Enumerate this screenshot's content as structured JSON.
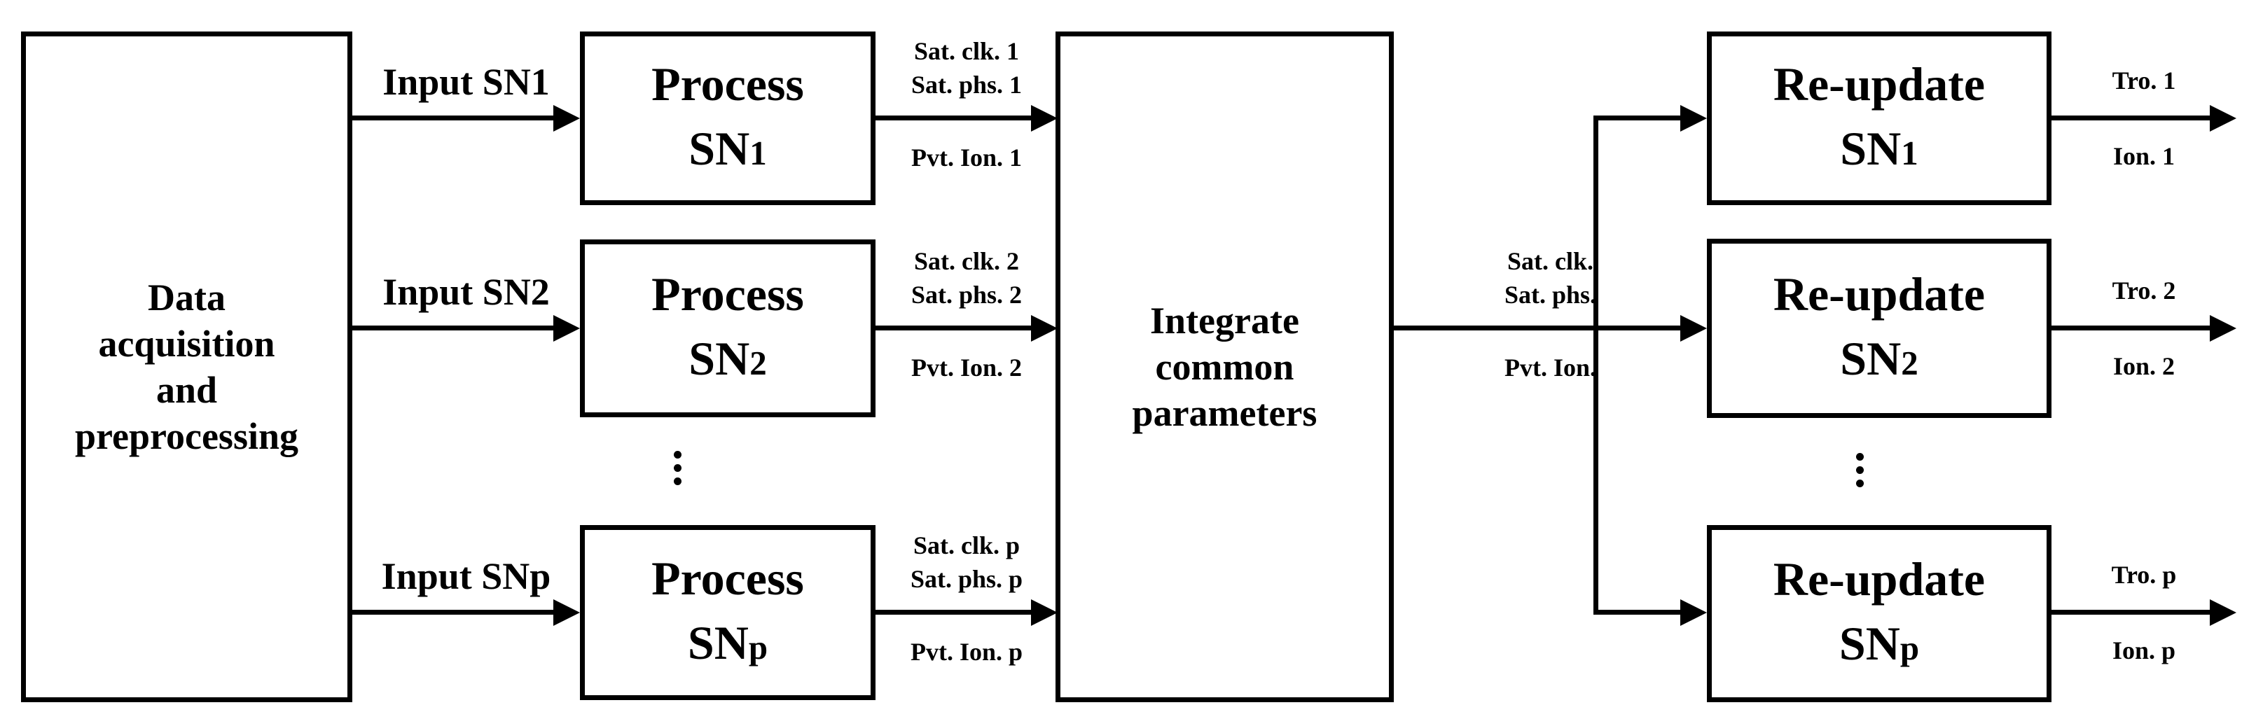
{
  "colors": {
    "ink": "#000000",
    "paper": "#ffffff"
  },
  "source_box": {
    "lines": [
      "Data",
      "acquisition",
      "and",
      "preprocessing"
    ]
  },
  "integrate_box": {
    "lines": [
      "Integrate",
      "common",
      "parameters"
    ]
  },
  "integrate_out": {
    "top_line1": "Sat. clk.",
    "top_line2": "Sat. phs.",
    "bottom": "Pvt. Ion."
  },
  "rows": [
    {
      "input_label": "Input SN1",
      "process_title": "Process",
      "process_sn": "SN",
      "process_suffix": "1",
      "mid_top_line1": "Sat. clk. 1",
      "mid_top_line2": "Sat. phs. 1",
      "mid_bottom": "Pvt. Ion. 1",
      "reupdate_title": "Re-update",
      "reupdate_sn": "SN",
      "reupdate_suffix": "1",
      "out_top": "Tro. 1",
      "out_bottom": "Ion. 1"
    },
    {
      "input_label": "Input SN2",
      "process_title": "Process",
      "process_sn": "SN",
      "process_suffix": "2",
      "mid_top_line1": "Sat. clk. 2",
      "mid_top_line2": "Sat. phs. 2",
      "mid_bottom": "Pvt. Ion. 2",
      "reupdate_title": "Re-update",
      "reupdate_sn": "SN",
      "reupdate_suffix": "2",
      "out_top": "Tro. 2",
      "out_bottom": "Ion. 2"
    },
    {
      "input_label": "Input SNp",
      "process_title": "Process",
      "process_sn": "SN",
      "process_suffix": "p",
      "mid_top_line1": "Sat. clk. p",
      "mid_top_line2": "Sat. phs. p",
      "mid_bottom": "Pvt. Ion. p",
      "reupdate_title": "Re-update",
      "reupdate_sn": "SN",
      "reupdate_suffix": "p",
      "out_top": "Tro. p",
      "out_bottom": "Ion. p"
    }
  ]
}
